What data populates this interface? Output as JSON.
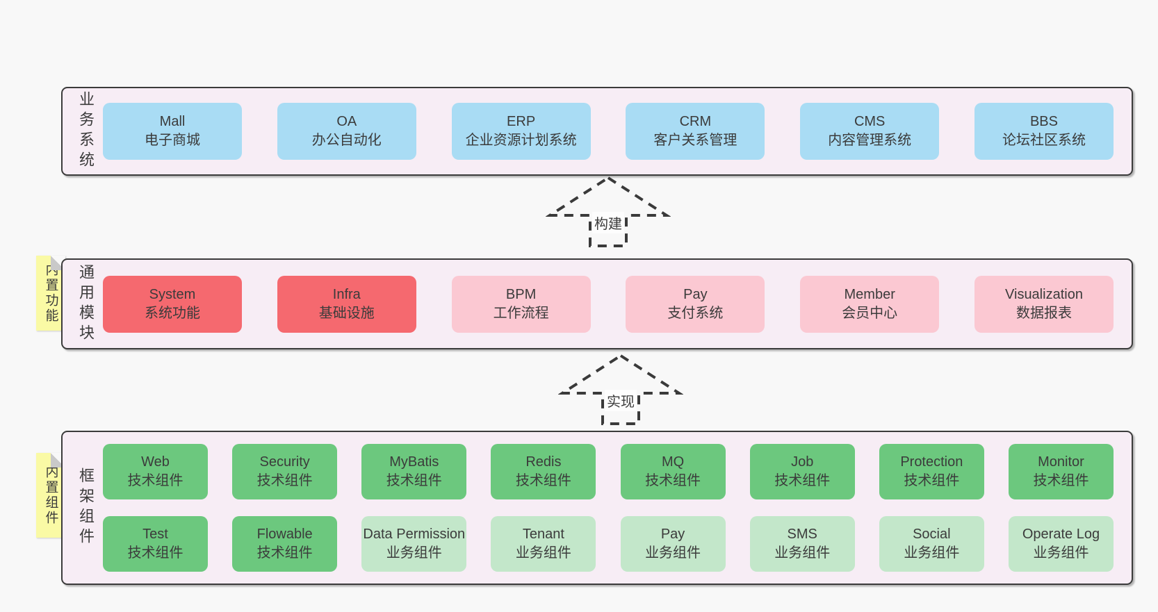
{
  "colors": {
    "blue": "#a9dcf4",
    "red": "#f5696f",
    "pink": "#fbc8d2",
    "green": "#6cc87e",
    "light_green": "#c3e7ca",
    "layer_bg": "#f7edf5",
    "layer_border": "#3b3b3b",
    "note_yellow": "#fafaa5",
    "fold_gray": "#c9c9c9",
    "text": "#3b3b3b",
    "page_bg": "#f8f8f8"
  },
  "arrows": [
    {
      "label": "构建"
    },
    {
      "label": "实现"
    }
  ],
  "layers": [
    {
      "id": "business",
      "label": "业务系统",
      "rows": [
        [
          {
            "name": "Mall",
            "sub": "电子商城",
            "variant": "blue"
          },
          {
            "name": "OA",
            "sub": "办公自动化",
            "variant": "blue"
          },
          {
            "name": "ERP",
            "sub": "企业资源计划系统",
            "variant": "blue"
          },
          {
            "name": "CRM",
            "sub": "客户关系管理",
            "variant": "blue"
          },
          {
            "name": "CMS",
            "sub": "内容管理系统",
            "variant": "blue"
          },
          {
            "name": "BBS",
            "sub": "论坛社区系统",
            "variant": "blue"
          }
        ]
      ]
    },
    {
      "id": "modules",
      "label": "通用模块",
      "note": "内置功能",
      "rows": [
        [
          {
            "name": "System",
            "sub": "系统功能",
            "variant": "red"
          },
          {
            "name": "Infra",
            "sub": "基础设施",
            "variant": "red"
          },
          {
            "name": "BPM",
            "sub": "工作流程",
            "variant": "pink"
          },
          {
            "name": "Pay",
            "sub": "支付系统",
            "variant": "pink"
          },
          {
            "name": "Member",
            "sub": "会员中心",
            "variant": "pink"
          },
          {
            "name": "Visualization",
            "sub": "数据报表",
            "variant": "pink"
          }
        ]
      ]
    },
    {
      "id": "components",
      "label": "框架组件",
      "note": "内置组件",
      "rows": [
        [
          {
            "name": "Web",
            "sub": "技术组件",
            "variant": "green"
          },
          {
            "name": "Security",
            "sub": "技术组件",
            "variant": "green"
          },
          {
            "name": "MyBatis",
            "sub": "技术组件",
            "variant": "green"
          },
          {
            "name": "Redis",
            "sub": "技术组件",
            "variant": "green"
          },
          {
            "name": "MQ",
            "sub": "技术组件",
            "variant": "green"
          },
          {
            "name": "Job",
            "sub": "技术组件",
            "variant": "green"
          },
          {
            "name": "Protection",
            "sub": "技术组件",
            "variant": "green"
          },
          {
            "name": "Monitor",
            "sub": "技术组件",
            "variant": "green"
          }
        ],
        [
          {
            "name": "Test",
            "sub": "技术组件",
            "variant": "green"
          },
          {
            "name": "Flowable",
            "sub": "技术组件",
            "variant": "green"
          },
          {
            "name": "Data Permission",
            "sub": "业务组件",
            "variant": "light_green"
          },
          {
            "name": "Tenant",
            "sub": "业务组件",
            "variant": "light_green"
          },
          {
            "name": "Pay",
            "sub": "业务组件",
            "variant": "light_green"
          },
          {
            "name": "SMS",
            "sub": "业务组件",
            "variant": "light_green"
          },
          {
            "name": "Social",
            "sub": "业务组件",
            "variant": "light_green"
          },
          {
            "name": "Operate Log",
            "sub": "业务组件",
            "variant": "light_green"
          }
        ]
      ]
    }
  ]
}
